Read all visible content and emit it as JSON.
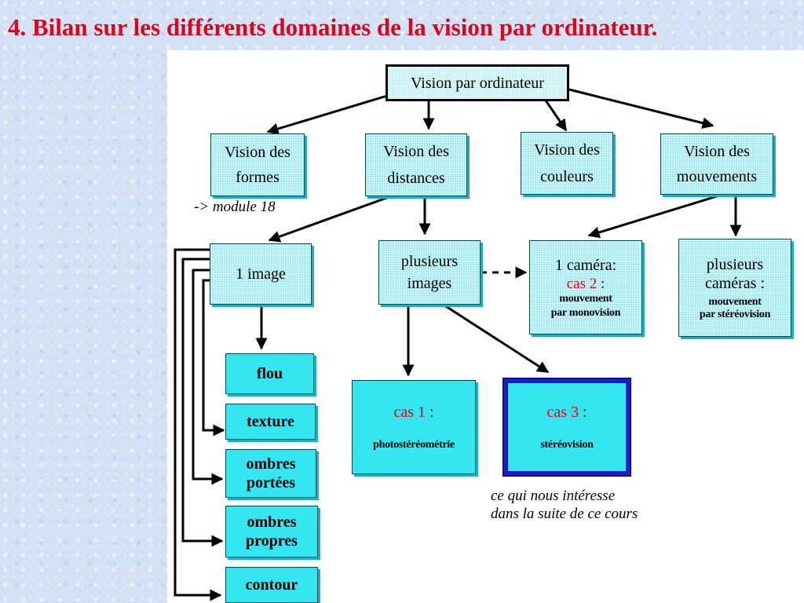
{
  "slide": {
    "title": "4. Bilan sur les différents domaines de la vision par ordinateur."
  },
  "diagram": {
    "root": "Vision par ordinateur",
    "domains": {
      "formes": [
        "Vision des",
        "formes"
      ],
      "distances": [
        "Vision des",
        "distances"
      ],
      "couleurs": [
        "Vision des",
        "couleurs"
      ],
      "mouvements": [
        "Vision des",
        "mouvements"
      ]
    },
    "module_note": "-> module 18",
    "one_image": "1 image",
    "several_images": [
      "plusieurs",
      "images"
    ],
    "one_camera": {
      "line1": "1 caméra:",
      "cas_label": "cas 2",
      "cas_suffix": " :",
      "line3": "mouvement",
      "line4": "par monovision"
    },
    "several_cameras": {
      "line1": "plusieurs",
      "line2": "caméras :",
      "line3": "mouvement",
      "line4": "par stéréovision"
    },
    "techniques": [
      "flou",
      "texture",
      [
        "ombres",
        "portées"
      ],
      [
        "ombres",
        "propres"
      ],
      "contour"
    ],
    "cas1": {
      "label": "cas 1",
      "suffix": " :",
      "method": "photostéréométrie"
    },
    "cas3": {
      "label": "cas 3",
      "suffix": " :",
      "method": "stéréovision"
    },
    "interest_note": [
      "ce qui nous intéresse",
      "dans la suite de ce cours"
    ]
  }
}
